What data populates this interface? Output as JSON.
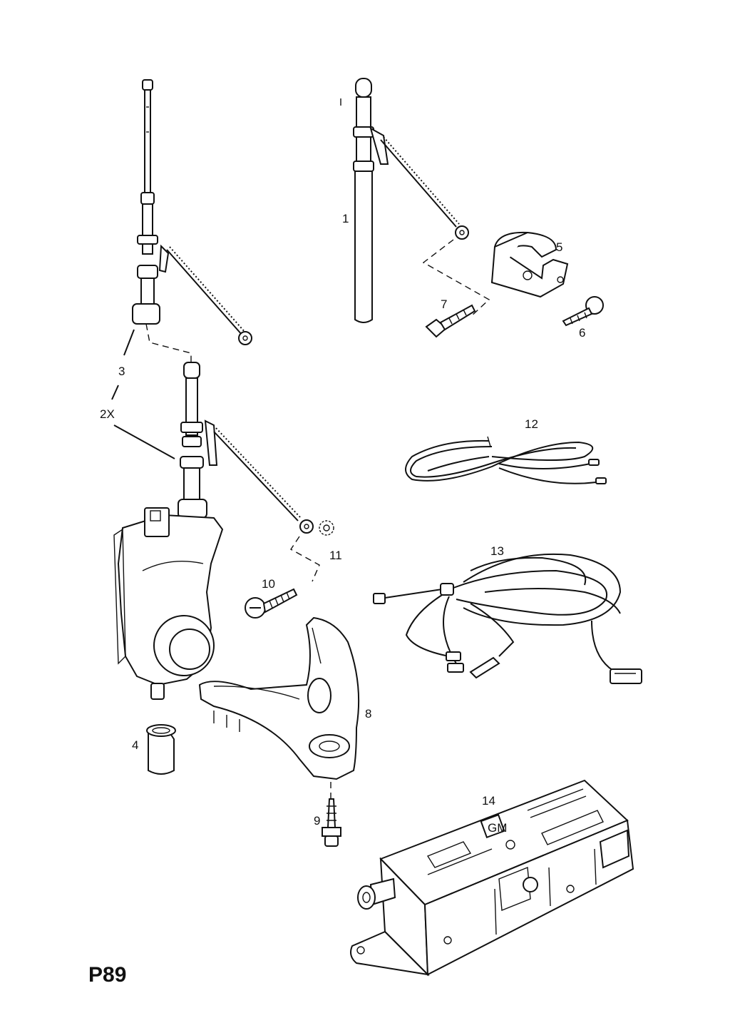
{
  "page_code": "P89",
  "callouts": {
    "c1": "1",
    "c2x": "2X",
    "c3": "3",
    "c4": "4",
    "c5": "5",
    "c6": "6",
    "c7": "7",
    "c8": "8",
    "c9": "9",
    "c10": "10",
    "c11": "11",
    "c12": "12",
    "c13": "13",
    "c14": "14"
  },
  "module_marking": "GM"
}
